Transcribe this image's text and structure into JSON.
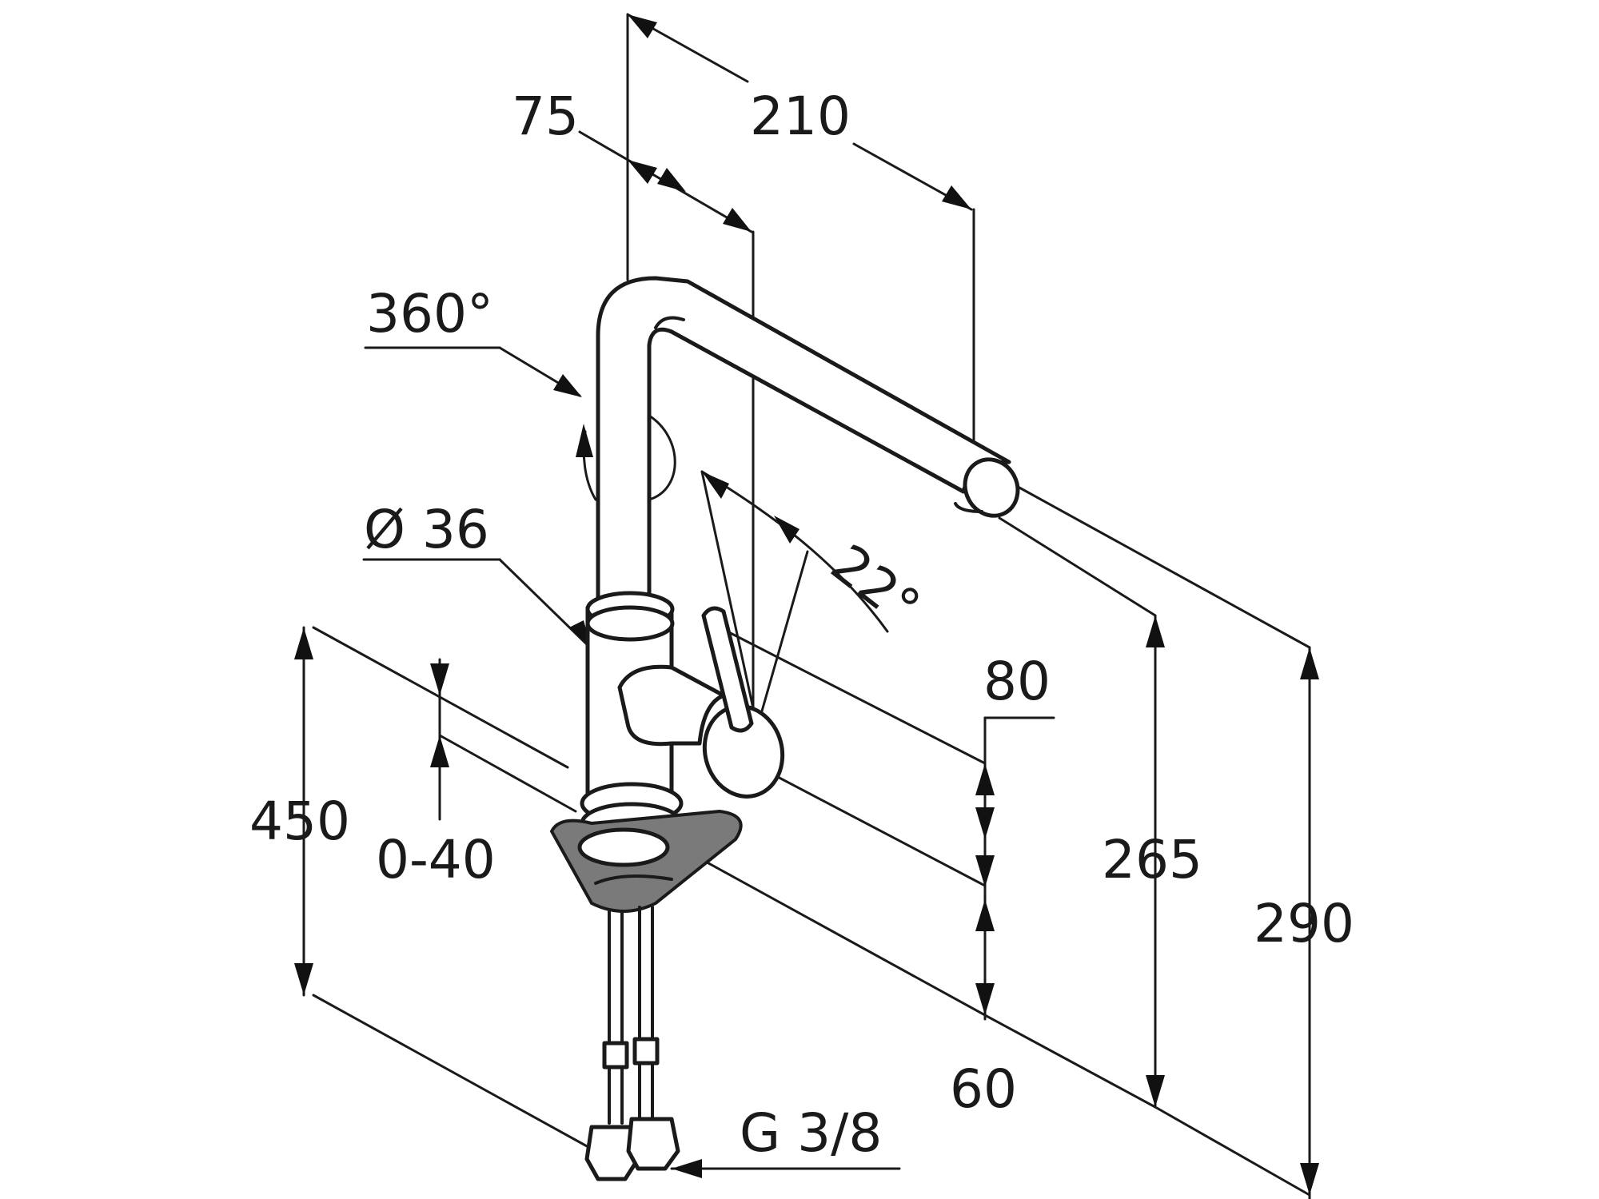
{
  "drawing": {
    "subject": "kitchen-faucet-dimensions",
    "colors": {
      "line": "#1a1a1a",
      "background": "#ffffff",
      "fill_grey": "#7a7a7a"
    },
    "labels": {
      "d75": "75",
      "d210": "210",
      "rot360": "360°",
      "dia36": "Ø 36",
      "ang22": "22°",
      "d80": "80",
      "d450": "450",
      "d0_40": "0-40",
      "d265": "265",
      "d290": "290",
      "d60": "60",
      "thread": "G 3/8"
    }
  }
}
